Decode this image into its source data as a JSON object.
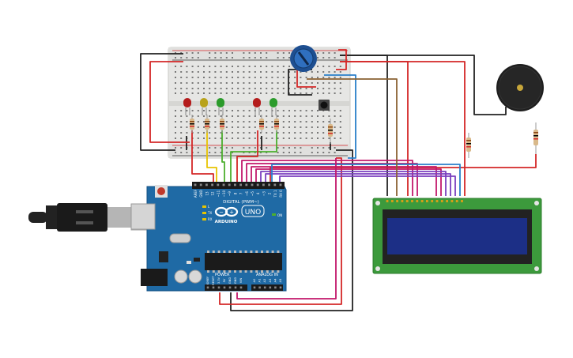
{
  "arduino": {
    "logo_text": "ARDUINO",
    "model": "UNO",
    "digital_header_label": "DIGITAL (PWM~)",
    "power_label": "POWER",
    "analog_label": "ANALOG IN",
    "digital_pins": [
      "AREF",
      "GND",
      "13",
      "12",
      "~11",
      "~10",
      "~9",
      "8",
      "7",
      "~6",
      "~5",
      "4",
      "~3",
      "2",
      "TX 1",
      "RX 0"
    ],
    "power_pins": [
      "IOREF",
      "RESET",
      "3.3V",
      "5V",
      "GND",
      "GND",
      "VIN"
    ],
    "analog_pins": [
      "A0",
      "A1",
      "A2",
      "A3",
      "A4",
      "A5"
    ],
    "led_labels": [
      "L",
      "TX",
      "RX"
    ],
    "on_label": "ON"
  },
  "components": {
    "leds": [
      {
        "color": "red"
      },
      {
        "color": "yellow"
      },
      {
        "color": "green"
      },
      {
        "color": "red"
      },
      {
        "color": "green"
      }
    ],
    "lcd": {
      "type": "16x2 LCD"
    },
    "potentiometer": {
      "type": "potentiometer"
    },
    "buzzer": {
      "type": "piezo buzzer"
    },
    "pushbutton": {
      "type": "pushbutton"
    }
  },
  "colors": {
    "arduino_board": "#1f6aa5",
    "breadboard": "#e8e8e6",
    "lcd_board": "#3c9a3c",
    "lcd_screen": "#1c2f86",
    "wire_red": "#d42727",
    "wire_black": "#222222",
    "wire_yellow": "#e8c400",
    "wire_green": "#4caf2e",
    "wire_magenta": "#c2186b",
    "wire_purple": "#7a3fbf",
    "wire_blue": "#2a7fc9",
    "wire_brown": "#8a6233"
  }
}
